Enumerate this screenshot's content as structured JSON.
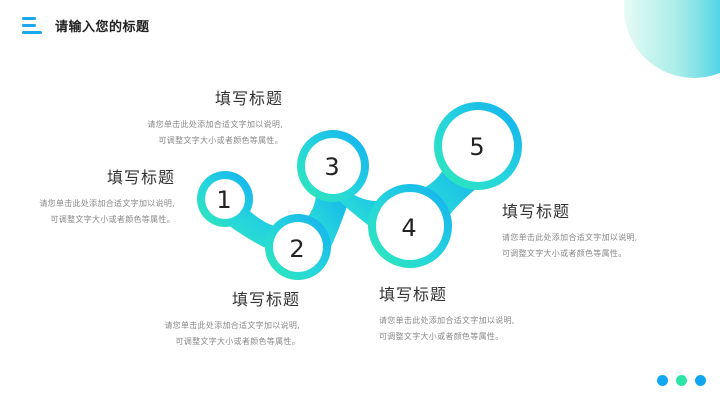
{
  "header": {
    "title": "请输入您的标题",
    "logo_icon": "menu-lines-icon"
  },
  "colors": {
    "accent_blue": "#13aef0",
    "accent_cyan": "#26d6dc",
    "accent_green": "#2ee8b4"
  },
  "steps": [
    {
      "number": "1",
      "title": "填写标题",
      "desc_line1": "请您单击此处添加合适文字加以说明,",
      "desc_line2": "可调整文字大小或者颜色等属性。"
    },
    {
      "number": "2",
      "title": "填写标题",
      "desc_line1": "请您单击此处添加合适文字加以说明,",
      "desc_line2": "可调整文字大小或者颜色等属性。"
    },
    {
      "number": "3",
      "title": "填写标题",
      "desc_line1": "请您单击此处添加合适文字加以说明,",
      "desc_line2": "可调整文字大小或者颜色等属性。"
    },
    {
      "number": "4",
      "title": "填写标题",
      "desc_line1": "请您单击此处添加合适文字加以说明,",
      "desc_line2": "可调整文字大小或者颜色等属性。"
    },
    {
      "number": "5",
      "title": "填写标题",
      "desc_line1": "请您单击此处添加合适文字加以说明,",
      "desc_line2": "可调整文字大小或者颜色等属性。"
    }
  ],
  "footer": {
    "dots": [
      "#13a6f0",
      "#2ee3a6",
      "#13a6f0"
    ]
  }
}
